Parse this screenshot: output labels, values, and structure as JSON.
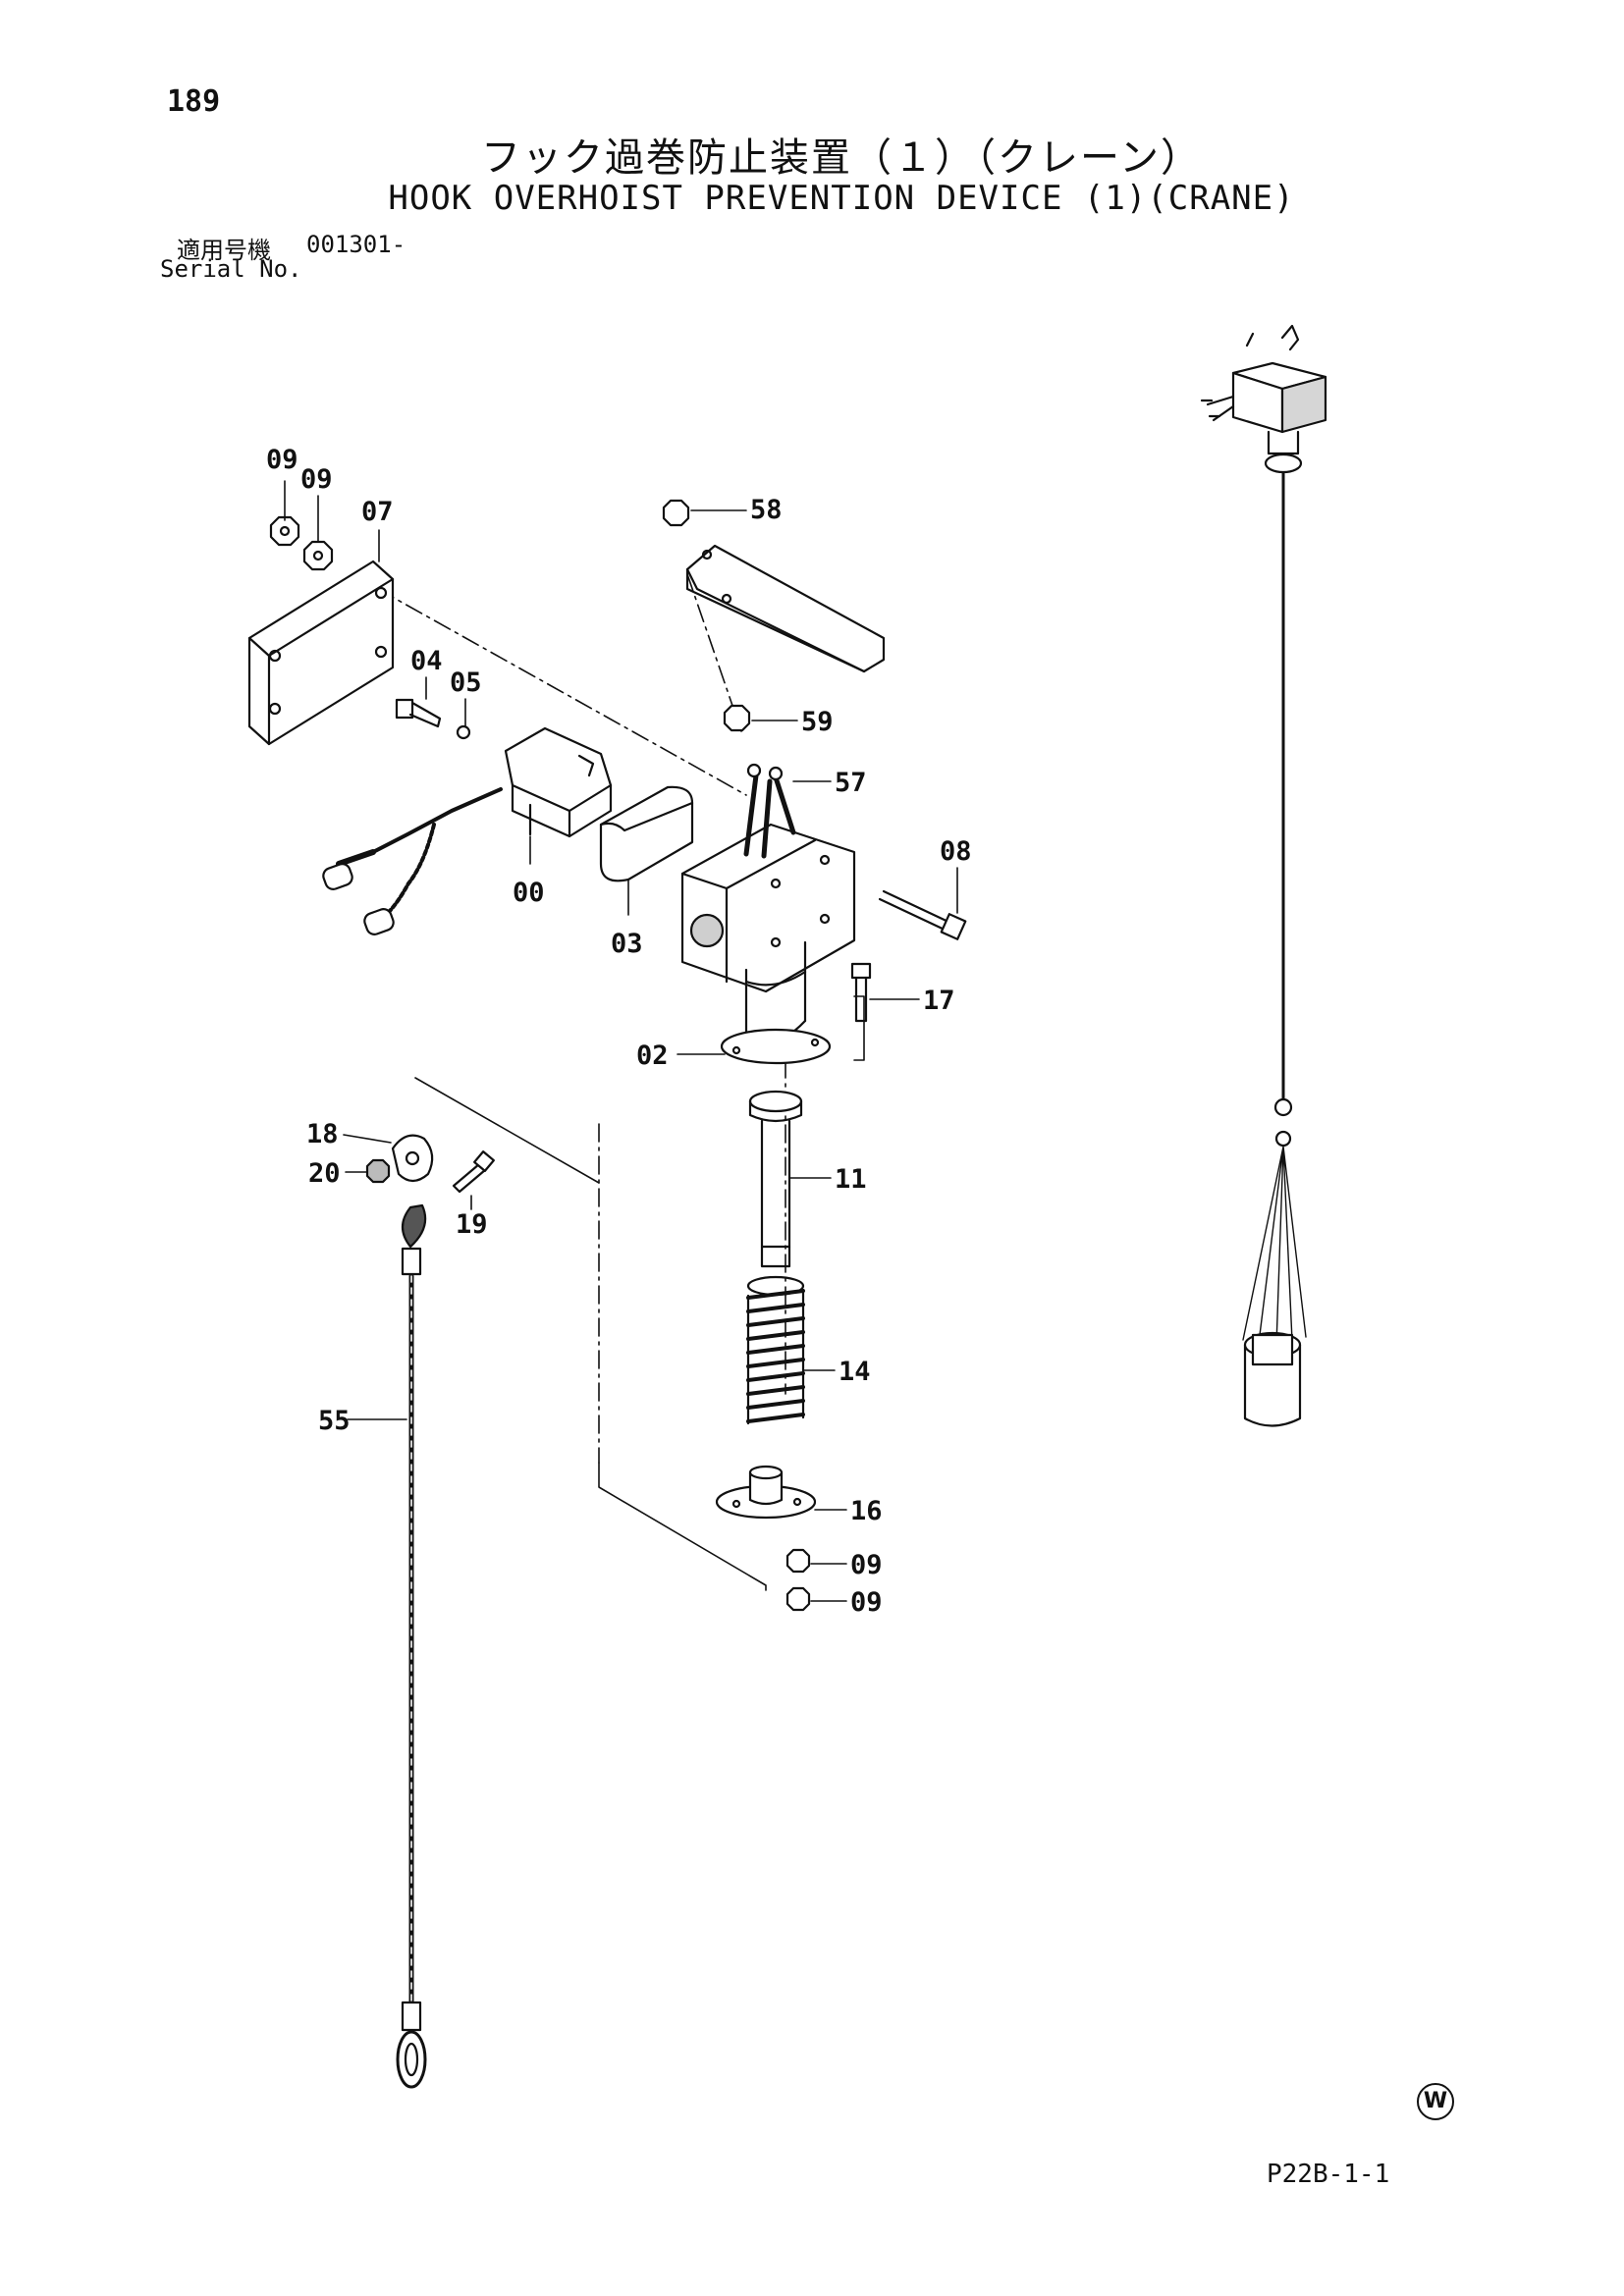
{
  "header": {
    "page_number": "189",
    "title_ja": "フック過巻防止装置（１）（クレーン）",
    "title_en": "HOOK OVERHOIST PREVENTION DEVICE (1)(CRANE)",
    "serial_label_ja": "適用号機",
    "serial_value": "001301-",
    "serial_label_en": "Serial No."
  },
  "callouts": [
    "09",
    "09",
    "07",
    "58",
    "04",
    "05",
    "59",
    "57",
    "08",
    "00",
    "03",
    "17",
    "02",
    "18",
    "20",
    "19",
    "11",
    "14",
    "55",
    "16",
    "09",
    "09"
  ],
  "footer": {
    "mark": "W",
    "page_ref": "P22B-1-1"
  }
}
